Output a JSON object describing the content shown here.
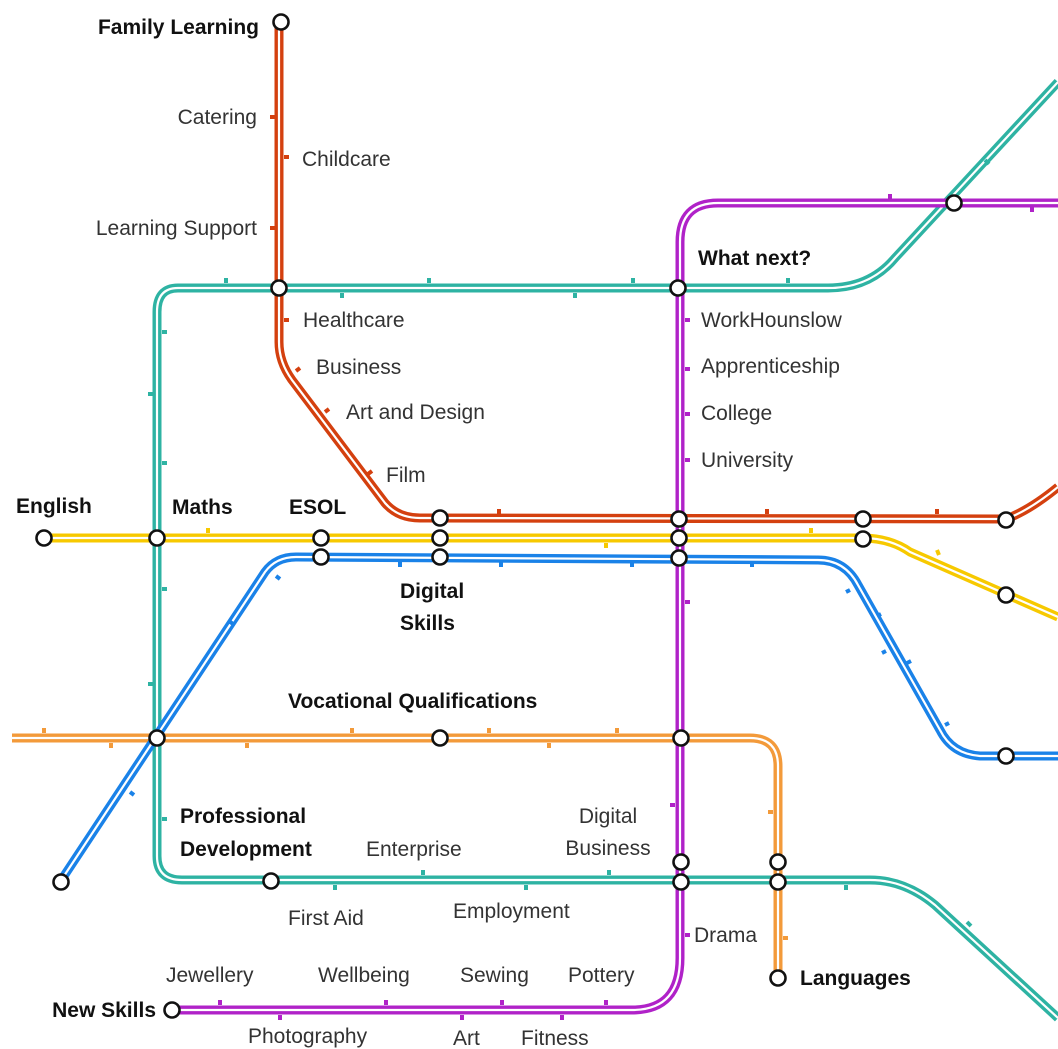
{
  "map": {
    "colors": {
      "family_learning": "#d4400f",
      "english_maths": "#f7c900",
      "digital_skills": "#1a82e8",
      "vocational": "#f39a3a",
      "professional": "#2eb3a3",
      "what_next": "#b022c8"
    },
    "labels": {
      "family_learning": "Family Learning",
      "catering": "Catering",
      "childcare": "Childcare",
      "learning_support": "Learning Support",
      "what_next": "What next?",
      "healthcare": "Healthcare",
      "workhounslow": "WorkHounslow",
      "business": "Business",
      "apprenticeship": "Apprenticeship",
      "art_design": "Art and Design",
      "college": "College",
      "university": "University",
      "film": "Film",
      "english": "English",
      "maths": "Maths",
      "esol": "ESOL",
      "digital_skills_1": "Digital",
      "digital_skills_2": "Skills",
      "vocational": "Vocational Qualifications",
      "professional_1": "Professional",
      "professional_2": "Development",
      "enterprise": "Enterprise",
      "digital_business_1": "Digital",
      "digital_business_2": "Business",
      "first_aid": "First Aid",
      "employment": "Employment",
      "drama": "Drama",
      "jewellery": "Jewellery",
      "wellbeing": "Wellbeing",
      "sewing": "Sewing",
      "pottery": "Pottery",
      "new_skills": "New Skills",
      "languages": "Languages",
      "photography": "Photography",
      "art": "Art",
      "fitness": "Fitness"
    }
  }
}
